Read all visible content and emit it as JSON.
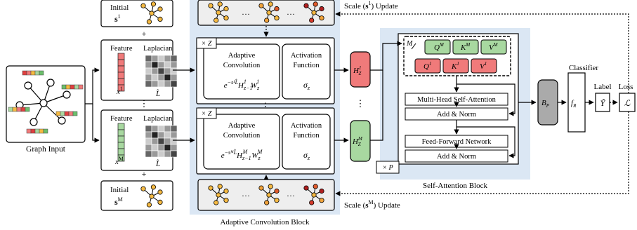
{
  "graph_input": {
    "label": "Graph Input"
  },
  "initial_top": {
    "label": "Initial",
    "symbol": "s",
    "sup": "1"
  },
  "initial_bottom": {
    "label": "Initial",
    "symbol": "s",
    "sup": "M"
  },
  "plus": "+",
  "vdots": "⋮",
  "feature_top": {
    "feature_label": "Feature",
    "laplacian_label": "Laplacian",
    "x_base": "x",
    "x_sup": "1",
    "l_label": "L̂"
  },
  "feature_bottom": {
    "feature_label": "Feature",
    "laplacian_label": "Laplacian",
    "x_base": "x",
    "x_sup": "M",
    "l_label": "L̂"
  },
  "adaptive": {
    "repeat_label": "× Z",
    "title_line1": "Adaptive",
    "title_line2": "Convolution",
    "formula_top": {
      "e": "e",
      "exp": "−s¹L̂",
      "rest": "H",
      "h_sub": "z−1",
      "h_sup": "1",
      "w": "W",
      "w_sub": "z",
      "w_sup": "1"
    },
    "formula_bottom": {
      "e": "e",
      "exp": "−sᴹL̂",
      "rest": "H",
      "h_sub": "z−1",
      "h_sup": "M",
      "w": "W",
      "w_sub": "z",
      "w_sup": "M"
    },
    "activation_line1": "Activation",
    "activation_line2": "Function",
    "sigma": "σ",
    "sigma_sub": "z",
    "block_label": "Adaptive Convolution Block",
    "scale_top": {
      "prefix": "Scale (",
      "symbol": "s",
      "sup": "1",
      "suffix": ") Update"
    },
    "scale_bottom": {
      "prefix": "Scale (",
      "symbol": "s",
      "sup": "M",
      "suffix": ") Update"
    },
    "ellipsis": "…"
  },
  "hz_top": {
    "base": "H",
    "sup": "1",
    "sub": "Z"
  },
  "hz_bottom": {
    "base": "H",
    "sup": "M",
    "sub": "Z"
  },
  "attention": {
    "m_label": "M",
    "qkv_back": [
      "Q",
      "K",
      "V"
    ],
    "qkv_back_sup": "M",
    "qkv_front": [
      "Q",
      "K",
      "V"
    ],
    "qkv_front_sup": "1",
    "mhsa": "Multi-Head Self-Attention",
    "add_norm_1": "Add & Norm",
    "ffn": "Feed-Forward Network",
    "add_norm_2": "Add & Norm",
    "repeat_label": "× P",
    "block_label": "Self-Attention Block"
  },
  "bp": {
    "base": "B",
    "sub": "P"
  },
  "classifier": {
    "label": "Classifier",
    "base": "f",
    "sub": "R"
  },
  "label_node": {
    "label": "Label",
    "symbol": "Ŷ"
  },
  "loss_node": {
    "label": "Loss",
    "symbol": "ℒ"
  },
  "colors": {
    "block_bg": "#dbe7f4",
    "red": "#f07a7a",
    "green": "#a8d8a0",
    "gray_box": "#aaaaaa",
    "node_yellow": "#f5b942"
  }
}
